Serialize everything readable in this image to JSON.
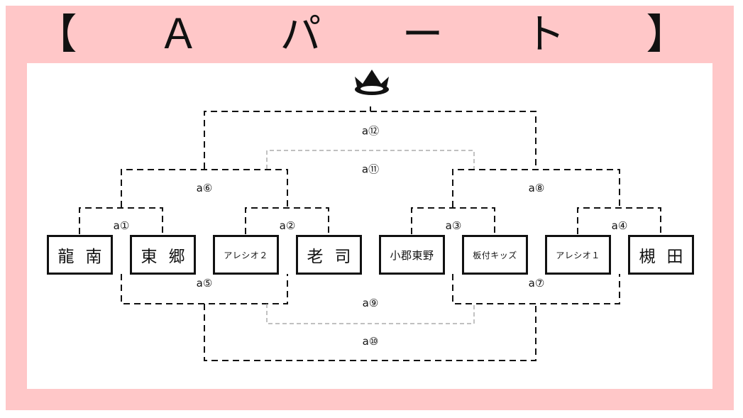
{
  "title": "【　Ａ　パ　ー　ト　】",
  "teams": [
    "龍南",
    "東郷",
    "アレシオ２",
    "老司",
    "小郡東野",
    "板付キッズ",
    "アレシオ１",
    "槻田"
  ],
  "matches": {
    "a1": "a①",
    "a2": "a②",
    "a3": "a③",
    "a4": "a④",
    "a5": "a⑤",
    "a6": "a⑥",
    "a7": "a⑦",
    "a8": "a⑧",
    "a9": "a⑨",
    "a10": "a⑩",
    "a11": "a⑪",
    "a12": "a⑫"
  }
}
